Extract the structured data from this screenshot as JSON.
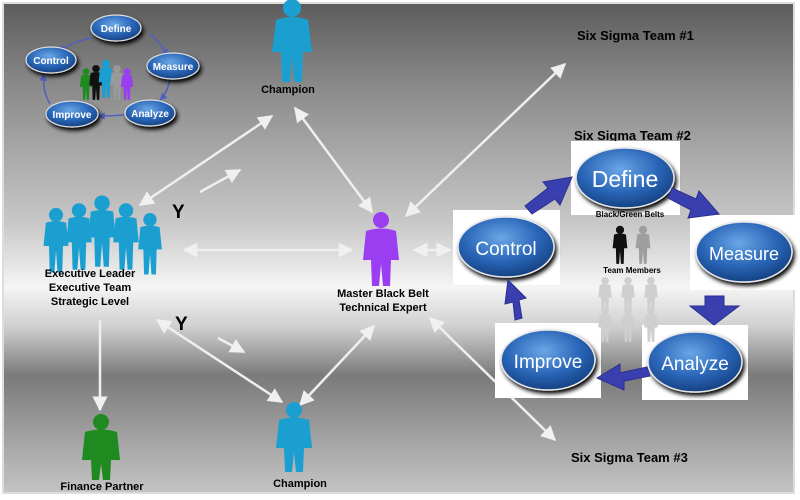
{
  "teams": {
    "team1": "Six Sigma Team #1",
    "team2": "Six Sigma Team #2",
    "team3": "Six Sigma Team #3"
  },
  "roles": {
    "champion_top": "Champion",
    "champion_bottom": "Champion",
    "executive_line1": "Executive Leader",
    "executive_line2": "Executive Team",
    "executive_line3": "Strategic Level",
    "mbb_line1": "Master Black Belt",
    "mbb_line2": "Technical Expert",
    "finance": "Finance Partner"
  },
  "arrow_marks": {
    "y1": "Y",
    "y2": "Y"
  },
  "cycle_small": {
    "define": "Define",
    "measure": "Measure",
    "analyze": "Analyze",
    "improve": "Improve",
    "control": "Control"
  },
  "cycle_large": {
    "define": "Define",
    "measure": "Measure",
    "analyze": "Analyze",
    "improve": "Improve",
    "control": "Control",
    "belts": "Black/Green Belts",
    "members": "Team Members"
  },
  "colors": {
    "champion": "#1a9fd0",
    "executive": "#1a9fd0",
    "master_black_belt": "#9b3df0",
    "finance": "#1f8a1f",
    "phase_ellipse": "#1f5fb0",
    "cycle_arrow": "#3a3fb0",
    "connector": "#e8e8e8"
  }
}
